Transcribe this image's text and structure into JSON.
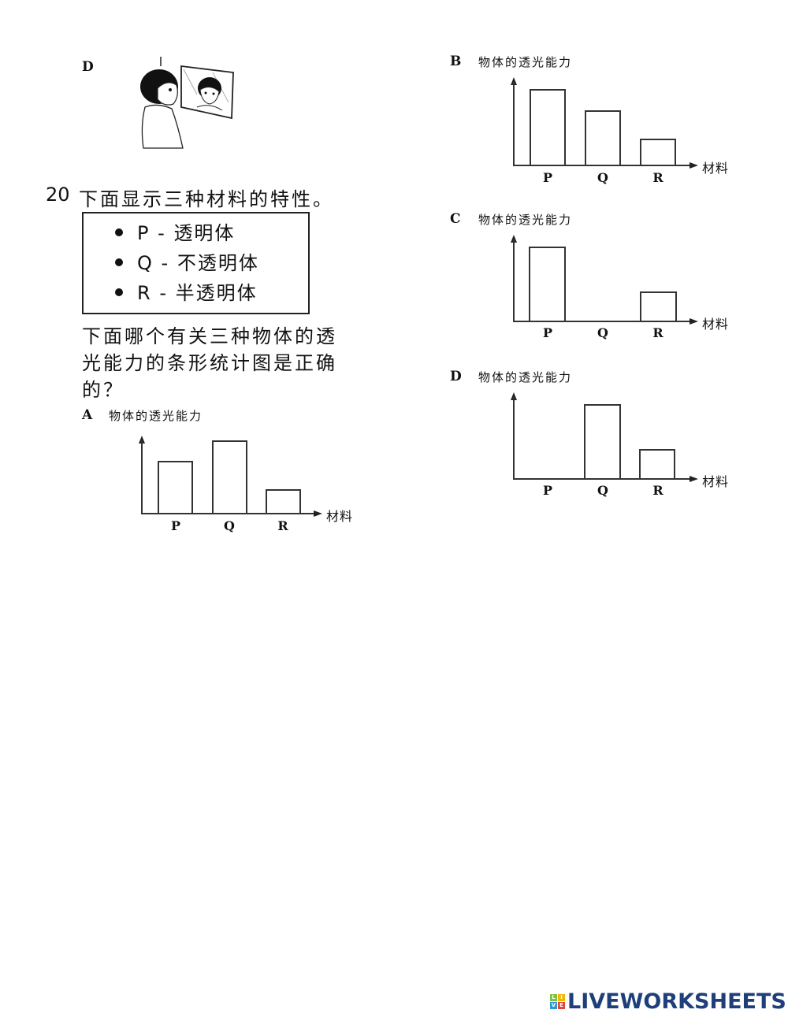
{
  "prev_question": {
    "option_letter": "D",
    "illustration": "boy-looking-in-mirror"
  },
  "question": {
    "number": "20",
    "intro": "下面显示三种材料的特性。",
    "materials": [
      {
        "label": "P",
        "dash": "-",
        "property": "透明体"
      },
      {
        "label": "Q",
        "dash": "-",
        "property": "不透明体"
      },
      {
        "label": "R",
        "dash": "-",
        "property": "半透明体"
      }
    ],
    "prompt_lines": [
      "下面哪个有关三种物体的透",
      "光能力的条形统计图是正确",
      "的？"
    ]
  },
  "options": [
    {
      "letter": "A",
      "title": "物体的透光能力",
      "x_axis_label": "材料"
    },
    {
      "letter": "B",
      "title": "物体的透光能力",
      "x_axis_label": "材料"
    },
    {
      "letter": "C",
      "title": "物体的透光能力",
      "x_axis_label": "材料"
    },
    {
      "letter": "D",
      "title": "物体的透光能力",
      "x_axis_label": "材料"
    }
  ],
  "chart_data": [
    {
      "type": "bar",
      "title": "A 物体的透光能力",
      "xlabel": "材料",
      "ylabel": "物体的透光能力",
      "categories": [
        "P",
        "Q",
        "R"
      ],
      "values": [
        66,
        92,
        30
      ],
      "ylim": [
        0,
        100
      ],
      "grid": false
    },
    {
      "type": "bar",
      "title": "B 物体的透光能力",
      "xlabel": "材料",
      "ylabel": "物体的透光能力",
      "categories": [
        "P",
        "Q",
        "R"
      ],
      "values": [
        97,
        70,
        34
      ],
      "ylim": [
        0,
        100
      ],
      "grid": false
    },
    {
      "type": "bar",
      "title": "C 物体的透光能力",
      "xlabel": "材料",
      "ylabel": "物体的透光能力",
      "categories": [
        "P",
        "Q",
        "R"
      ],
      "values": [
        97,
        0,
        37
      ],
      "ylim": [
        0,
        100
      ],
      "grid": false
    },
    {
      "type": "bar",
      "title": "D 物体的透光能力",
      "xlabel": "材料",
      "ylabel": "物体的透光能力",
      "categories": [
        "P",
        "Q",
        "R"
      ],
      "values": [
        0,
        95,
        37
      ],
      "ylim": [
        0,
        100
      ],
      "grid": false
    }
  ],
  "watermark": {
    "logo_letters": [
      "L",
      "I",
      "V",
      "E"
    ],
    "logo_colors": [
      "#7cc243",
      "#f2b705",
      "#2b9bd7",
      "#e2453c"
    ],
    "text": "LIVEWORKSHEETS",
    "color": "#1f3f7a"
  }
}
